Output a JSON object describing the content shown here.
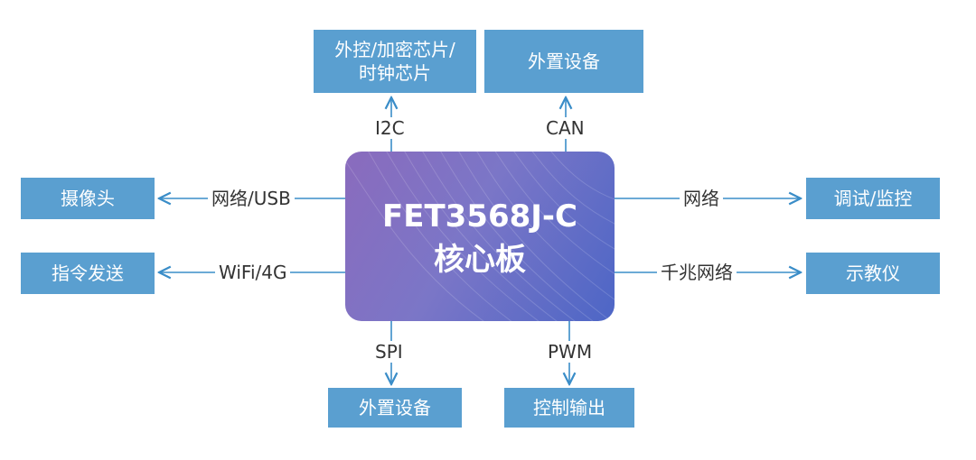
{
  "core": {
    "title": "FET3568J-C",
    "subtitle": "核心板"
  },
  "boxes": {
    "top_left": "外控/加密芯片/\n时钟芯片",
    "top_right": "外置设备",
    "left_top": "摄像头",
    "left_bottom": "指令发送",
    "right_top": "调试/监控",
    "right_bottom": "示教仪",
    "bottom_left": "外置设备",
    "bottom_right": "控制输出"
  },
  "labels": {
    "i2c": "I2C",
    "can": "CAN",
    "usb": "网络/USB",
    "wifi": "WiFi/4G",
    "net": "网络",
    "gigabit": "千兆网络",
    "spi": "SPI",
    "pwm": "PWM"
  },
  "colors": {
    "box": "#5a9fd0",
    "line": "#3a8dc8",
    "core_start": "#8a6bbd",
    "core_end": "#4d66c6"
  }
}
